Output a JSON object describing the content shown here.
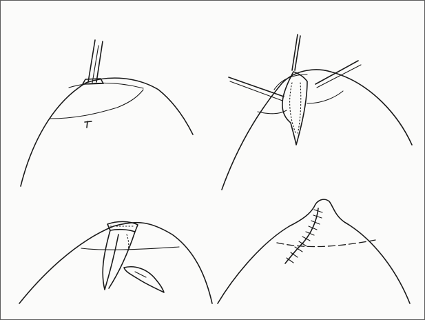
{
  "figure": {
    "panels": [
      {
        "position": "top-left"
      },
      {
        "position": "top-right"
      },
      {
        "position": "bottom-left"
      },
      {
        "position": "bottom-right"
      }
    ]
  }
}
